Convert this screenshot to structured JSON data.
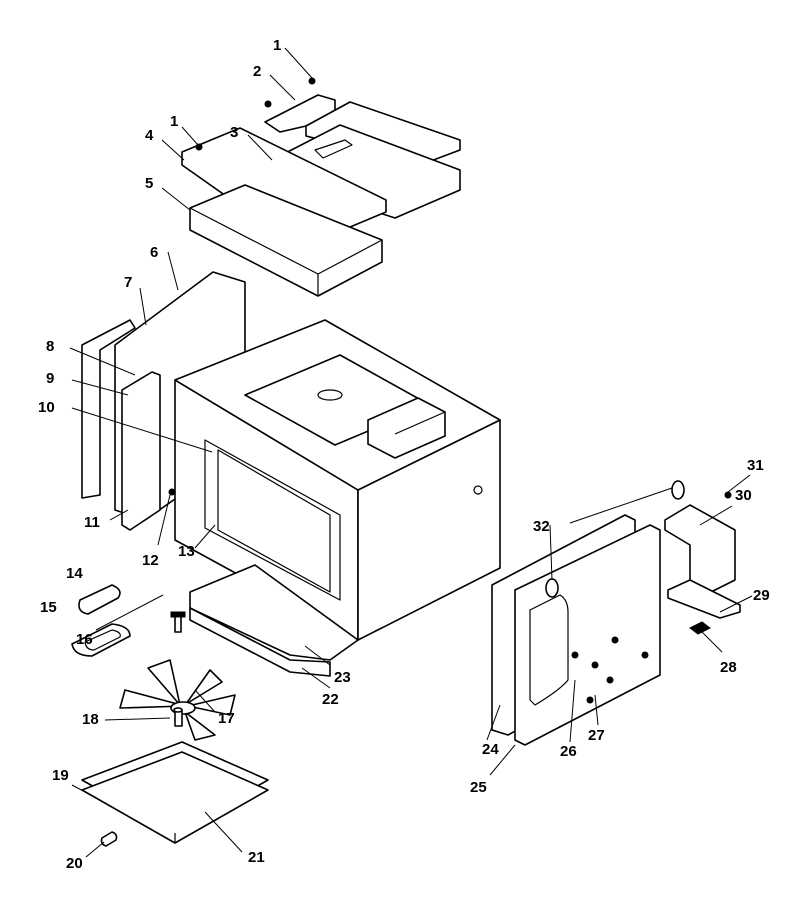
{
  "callouts": [
    "1",
    "2",
    "3",
    "1",
    "4",
    "5",
    "6",
    "7",
    "8",
    "9",
    "10",
    "11",
    "12",
    "13",
    "14",
    "15",
    "16",
    "17",
    "18",
    "19",
    "20",
    "21",
    "22",
    "23",
    "24",
    "25",
    "26",
    "27",
    "28",
    "29",
    "30",
    "31",
    "32"
  ]
}
